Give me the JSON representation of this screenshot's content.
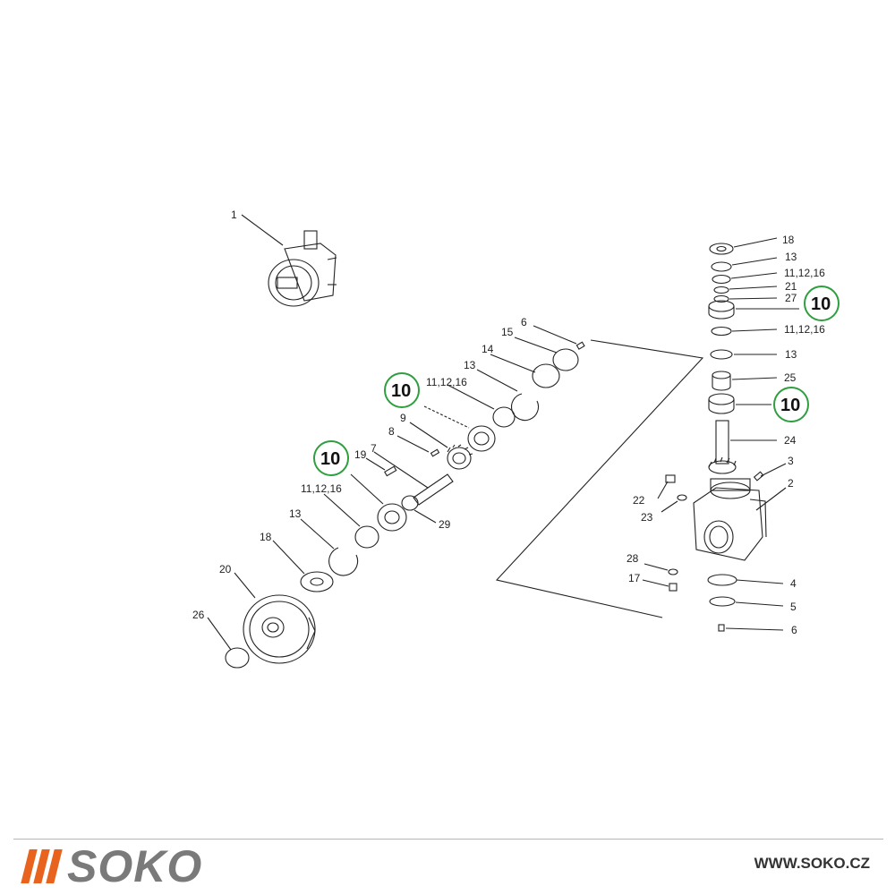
{
  "labels": {
    "p1": "1",
    "p2": "2",
    "p3": "3",
    "p4": "4",
    "p5": "5",
    "p6a": "6",
    "p6b": "6",
    "p7": "7",
    "p8": "8",
    "p9": "9",
    "p10a": "10",
    "p10b": "10",
    "p10c": "10",
    "p10d": "10",
    "p11a": "11,12,16",
    "p11b": "11,12,16",
    "p11c": "11,12,16",
    "p11d": "11,12,16",
    "p13a": "13",
    "p13b": "13",
    "p13c": "13",
    "p13d": "13",
    "p14": "14",
    "p15": "15",
    "p17": "17",
    "p18a": "18",
    "p18b": "18",
    "p19": "19",
    "p20": "20",
    "p21": "21",
    "p22": "22",
    "p23": "23",
    "p24": "24",
    "p25": "25",
    "p26": "26",
    "p27": "27",
    "p28": "28",
    "p29": "29"
  },
  "colors": {
    "highlight_circle": "#2e9e3f",
    "logo_bars": "#e8641e",
    "logo_text": "#7a7a7a"
  },
  "footer": {
    "logo_text": "SOKO",
    "url": "WWW.SOKO.CZ"
  }
}
